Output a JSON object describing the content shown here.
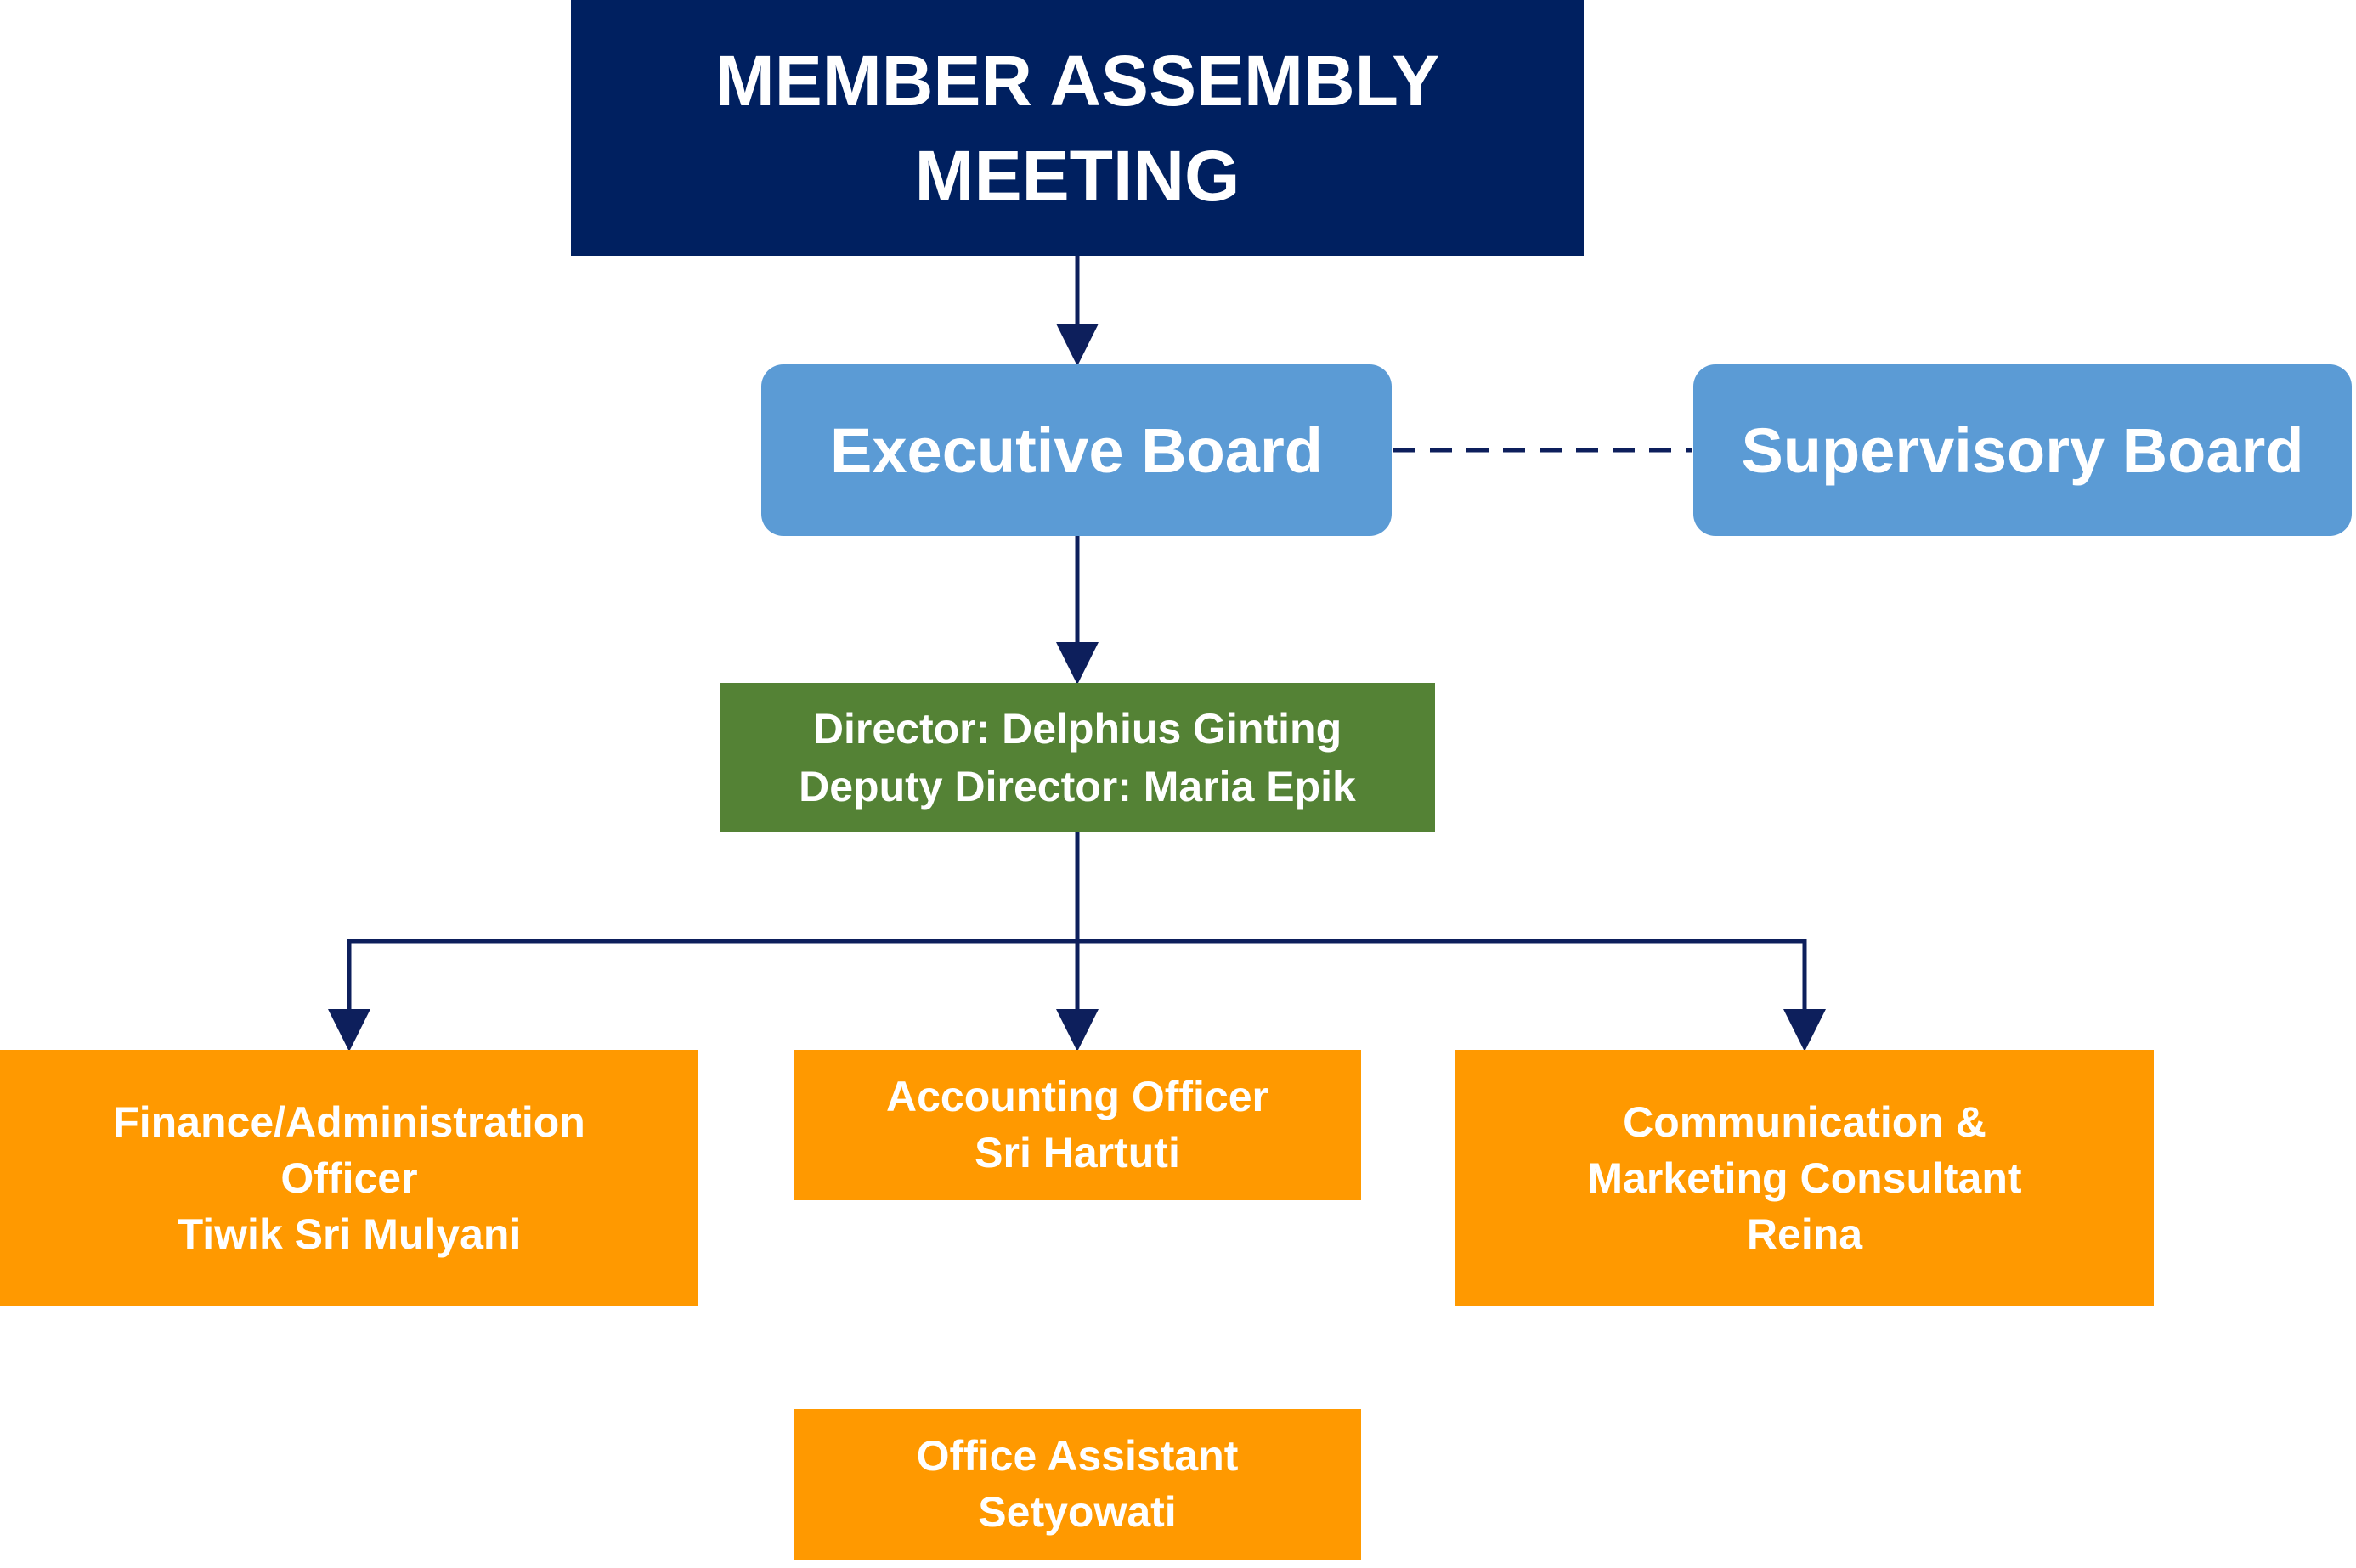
{
  "colors": {
    "assembly": "#002060",
    "board": "#5b9bd5",
    "director": "#548235",
    "staff": "#ff9900",
    "connector": "#0d1f5c"
  },
  "assembly": {
    "lines": [
      "MEMBER ASSEMBLY",
      "MEETING"
    ]
  },
  "executive_board": {
    "label": "Executive Board"
  },
  "supervisory_board": {
    "label": "Supervisory Board"
  },
  "director": {
    "lines": [
      "Director: Delphius Ginting",
      "Deputy Director: Maria Epik"
    ]
  },
  "staff": {
    "finance": {
      "lines": [
        "Finance/Administration",
        "Officer",
        "Tiwik Sri Mulyani"
      ]
    },
    "accounting": {
      "lines": [
        "Accounting Officer",
        "Sri Hartuti"
      ]
    },
    "communication": {
      "lines": [
        "Communication &",
        "Marketing Consultant",
        "Reina"
      ]
    },
    "office_assistant": {
      "lines": [
        "Office Assistant",
        "Setyowati"
      ]
    }
  }
}
